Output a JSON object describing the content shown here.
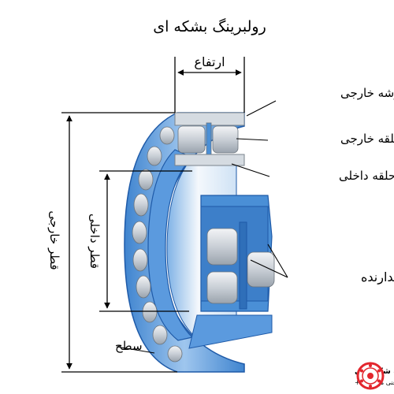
{
  "title": "رولبرینگ بشکه ای",
  "labels": {
    "height": "ارتفاع",
    "outer_corner": "گوشه خارجی",
    "outer_ring": "حلقه خارجی",
    "inner_ring": "حلقه داخلی",
    "cage": "نگهدارنده",
    "surface": "سطح",
    "outer_diameter": "قطر خارجی",
    "inner_diameter": "قطر داخلی"
  },
  "footer": {
    "line1": "فروشگاه بلبرینگ شکرالهی",
    "line2": "مشاوره و خدمات فنی مهندسی +"
  },
  "colors": {
    "ring_blue": "#4a8fd6",
    "ring_light": "#a9cdf0",
    "steel_gray": "#d5dbe1",
    "logo_red": "#e3262d"
  },
  "icons": {
    "logo": "bearing-logo-icon"
  }
}
